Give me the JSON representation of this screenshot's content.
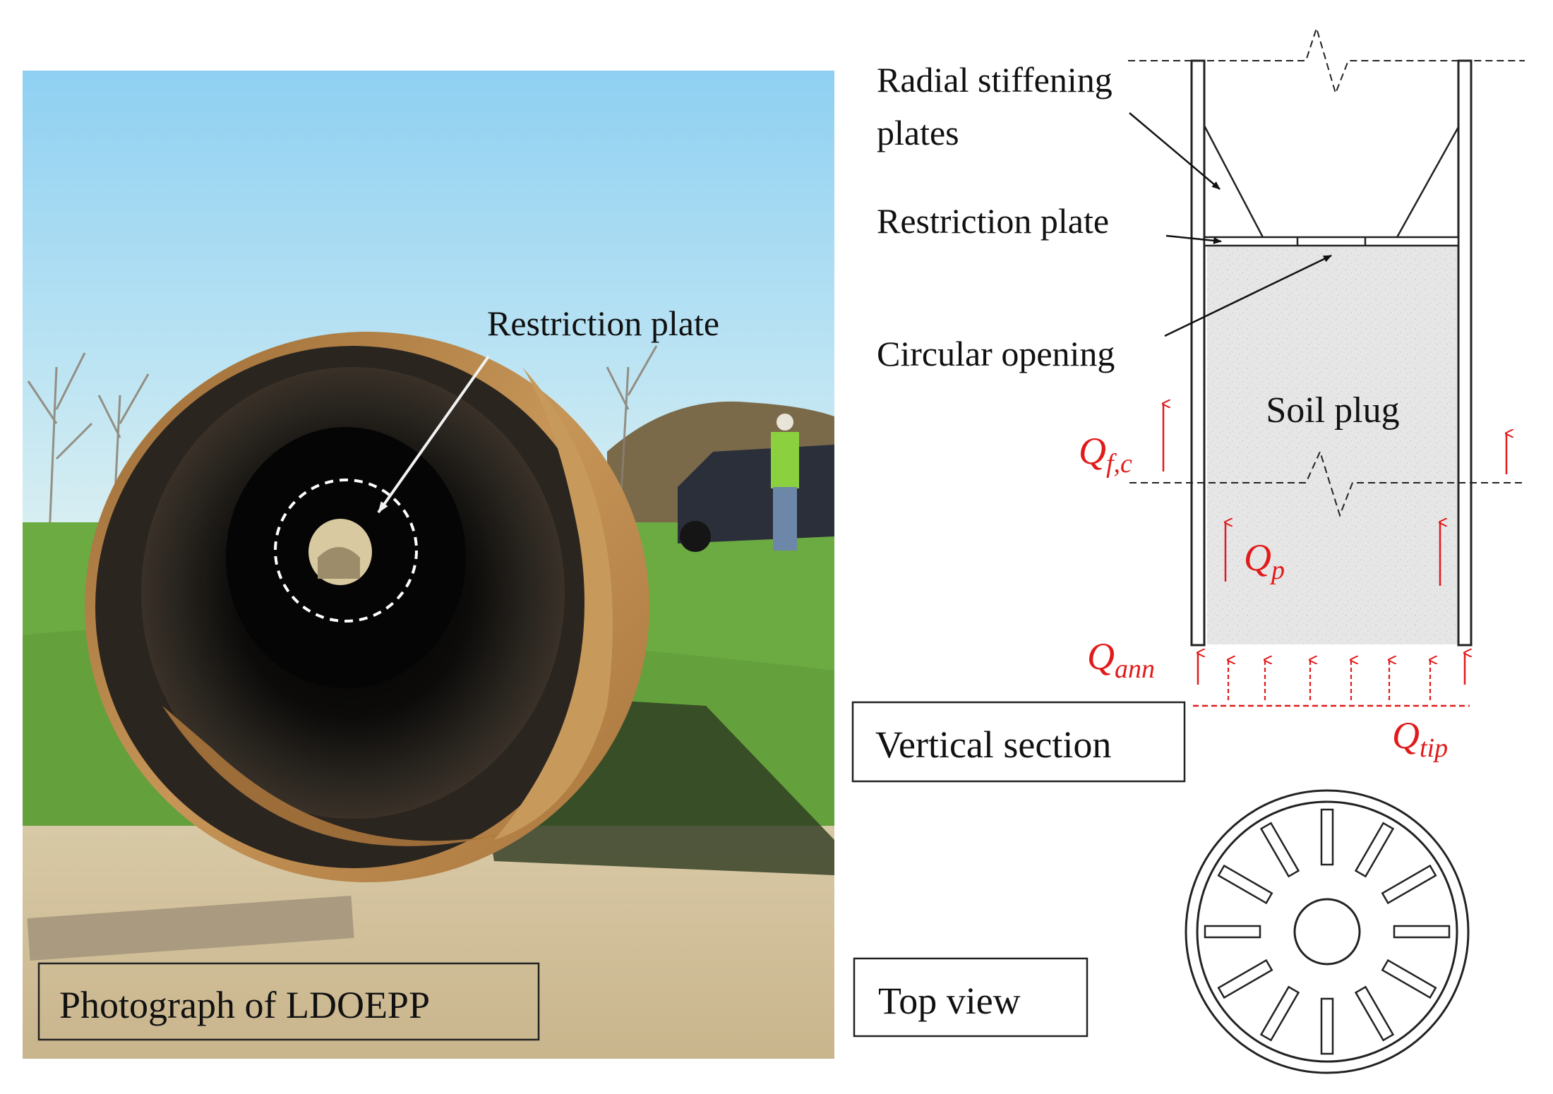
{
  "photo": {
    "label": "Photograph of LDOEPP",
    "annotation": "Restriction plate"
  },
  "section": {
    "label": "Vertical section",
    "callouts": {
      "radial_line1": "Radial stiffening",
      "radial_line2": "plates",
      "restriction": "Restriction plate",
      "opening": "Circular opening"
    },
    "soil_plug": "Soil plug",
    "forces": {
      "qfc_main": "Q",
      "qfc_sub": "f,c",
      "qp_main": "Q",
      "qp_sub": "p",
      "qann_main": "Q",
      "qann_sub": "ann",
      "qtip_main": "Q",
      "qtip_sub": "tip"
    }
  },
  "top": {
    "label": "Top view",
    "stiffener_count": 12
  },
  "colors": {
    "force": "#e11b1b",
    "sky": "#9fd6f2",
    "grass": "#6fae45",
    "pipe_rust": "#b98546",
    "pipe_dark": "#141210",
    "soil": "#e4e4e4"
  }
}
